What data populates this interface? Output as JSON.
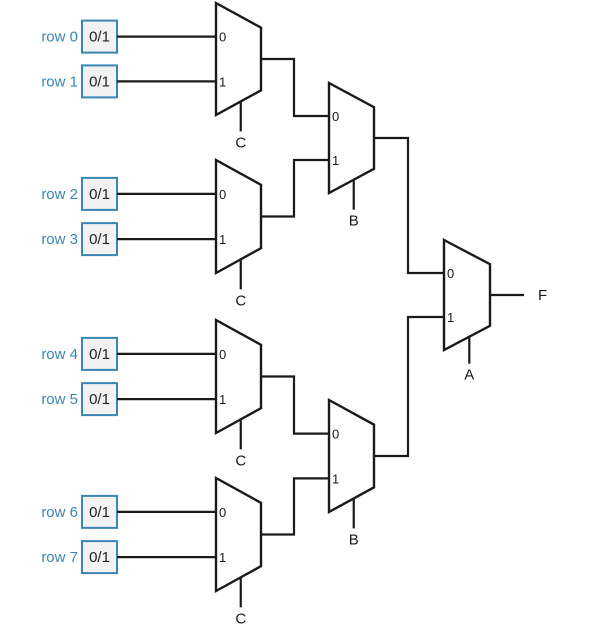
{
  "inputs": [
    {
      "label": "row 0",
      "value": "0/1"
    },
    {
      "label": "row 1",
      "value": "0/1"
    },
    {
      "label": "row 2",
      "value": "0/1"
    },
    {
      "label": "row 3",
      "value": "0/1"
    },
    {
      "label": "row 4",
      "value": "0/1"
    },
    {
      "label": "row 5",
      "value": "0/1"
    },
    {
      "label": "row 6",
      "value": "0/1"
    },
    {
      "label": "row 7",
      "value": "0/1"
    }
  ],
  "pins": {
    "zero": "0",
    "one": "1"
  },
  "selects": {
    "stage1": "C",
    "stage2": "B",
    "stage3": "A"
  },
  "output": "F",
  "colors": {
    "label": "#3a86b4",
    "wire": "#1a1a1a"
  }
}
